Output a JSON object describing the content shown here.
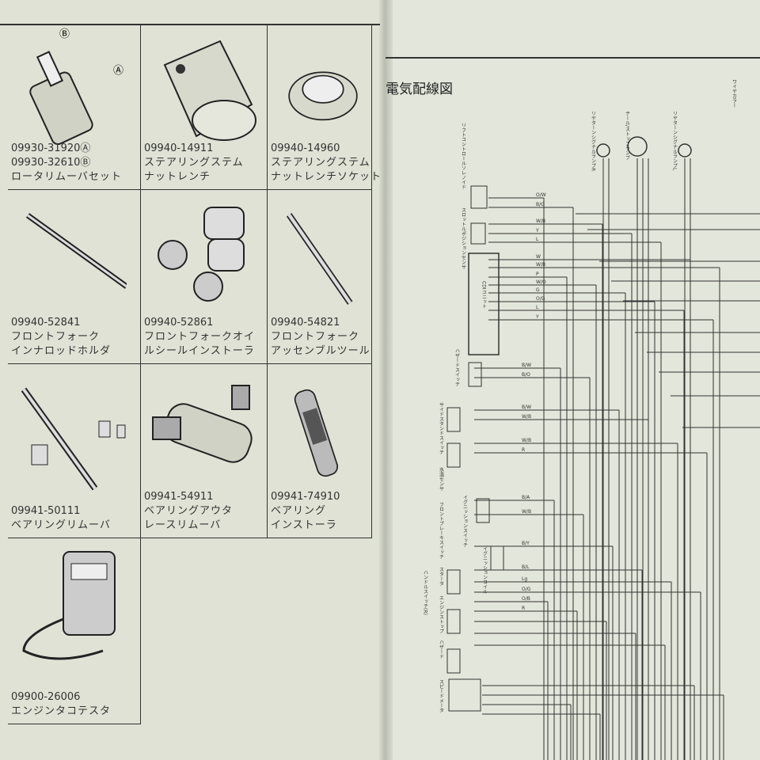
{
  "left_page": {
    "tools": [
      {
        "code_a": "09930-31920Ⓐ",
        "code_b": "09930-32610Ⓑ",
        "name": "ロータリムーバセット",
        "callouts": [
          "Ⓑ",
          "Ⓐ"
        ]
      },
      {
        "code_a": "09940-14911",
        "name": "ステアリングステム",
        "name2": "ナットレンチ"
      },
      {
        "code_a": "09940-14960",
        "name": "ステアリングステム",
        "name2": "ナットレンチソケット"
      },
      {
        "code_a": "09940-52841",
        "name": "フロントフォーク",
        "name2": "インナロッドホルダ"
      },
      {
        "code_a": "09940-52861",
        "name": "フロントフォークオイ",
        "name2": "ルシールインストーラ"
      },
      {
        "code_a": "09940-54821",
        "name": "フロントフォーク",
        "name2": "アッセンブルツール"
      },
      {
        "code_a": "09941-50111",
        "name": "ベアリングリムーバ",
        "name2": ""
      },
      {
        "code_a": "09941-54911",
        "name": "ベアリングアウタ",
        "name2": "レースリムーバ"
      },
      {
        "code_a": "09941-74910",
        "name": "ベアリング",
        "name2": "インストーラ"
      },
      {
        "code_a": "09900-26006",
        "name": "エンジンタコテスタ",
        "name2": ""
      }
    ]
  },
  "right_page": {
    "title": "電気配線図",
    "components": [
      "リフトコントロールソレノイド",
      "スロットルポジションセンサ",
      "CDIユニット",
      "リヤターンシグナルランプR",
      "テール/ストップランプ",
      "リヤターンシグナルランプL",
      "ハザードスイッチ",
      "サイドスタンドスイッチ",
      "水温センサ",
      "イグニッションスイッチ",
      "イグニッションコイル",
      "フロントブレーキスイッチ",
      "スタータ",
      "エンジンストップ",
      "ハンドルスイッチ(R)",
      "ハザード",
      "スピードメータ",
      "ワイヤカラー"
    ],
    "wire_labels": [
      "O/W",
      "B/G",
      "W/B",
      "Y",
      "L",
      "W",
      "W/B",
      "P",
      "W/O",
      "G",
      "O/G",
      "L",
      "Y",
      "B/W",
      "B/O",
      "B/W",
      "W/B",
      "W/B",
      "R",
      "B/A",
      "W/B",
      "B/Y",
      "B/L",
      "Lg",
      "O/G",
      "O/B",
      "R"
    ]
  }
}
